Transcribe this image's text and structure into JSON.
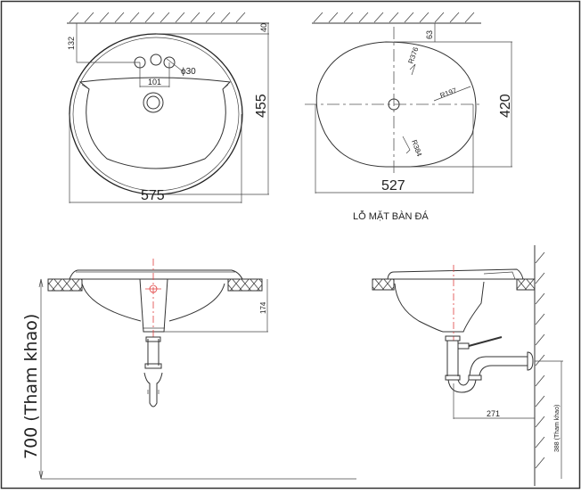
{
  "drawing": {
    "type": "Technical drawing - drop-in washbasin (lavabo) installation",
    "border_color": "#333333",
    "accent_centerline_color": "#e04040"
  },
  "top_view": {
    "dimensions": {
      "width": "575",
      "depth": "455",
      "wall_offset": "40",
      "tap_hole_from_wall": "132",
      "tap_hole_spacing": "101",
      "tap_hole_diameter": "ϕ30"
    }
  },
  "cutout_view": {
    "title": "LỖ MẶT BÀN ĐÁ",
    "dimensions": {
      "width": "527",
      "depth": "420",
      "wall_offset": "63",
      "radius_top": "R376",
      "radius_side": "R197",
      "radius_bottom": "R384"
    }
  },
  "front_view": {
    "dimensions": {
      "bowl_depth": "174",
      "height_from_floor": "700 (Tham khao)"
    }
  },
  "side_view": {
    "dimensions": {
      "trap_to_wall": "271",
      "outlet_height": "388 (Tham khao)"
    }
  }
}
